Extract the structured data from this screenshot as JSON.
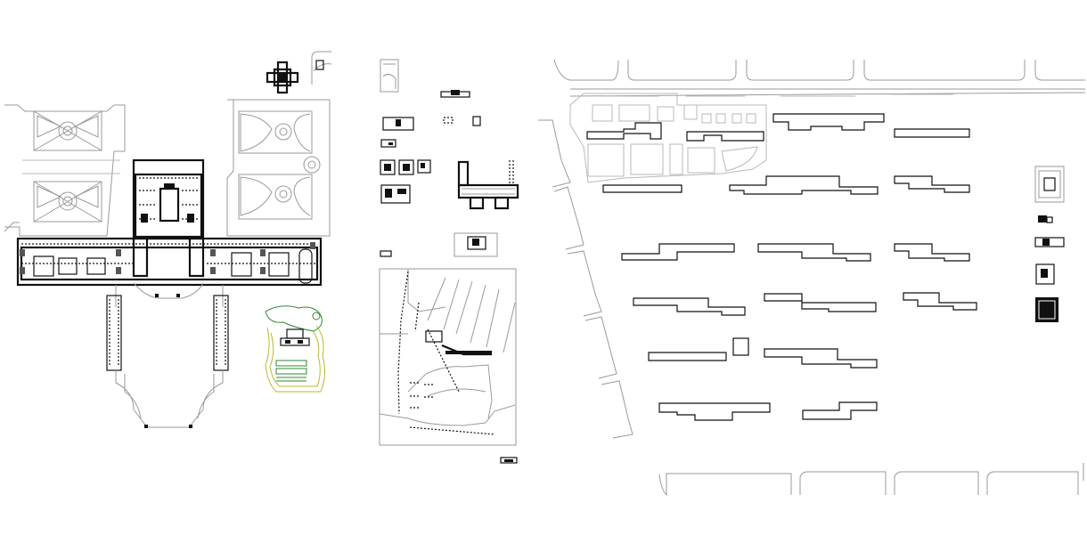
{
  "drawing": {
    "background_color": "#ffffff",
    "line_color": "#111111",
    "light_line_color": "#9a9a9a",
    "landscape_color": "#2f8a2f",
    "contour_color": "#b9b92a"
  },
  "panels": [
    {
      "id": "palace-plan"
    },
    {
      "id": "detail-sheet"
    },
    {
      "id": "site-plan"
    }
  ]
}
